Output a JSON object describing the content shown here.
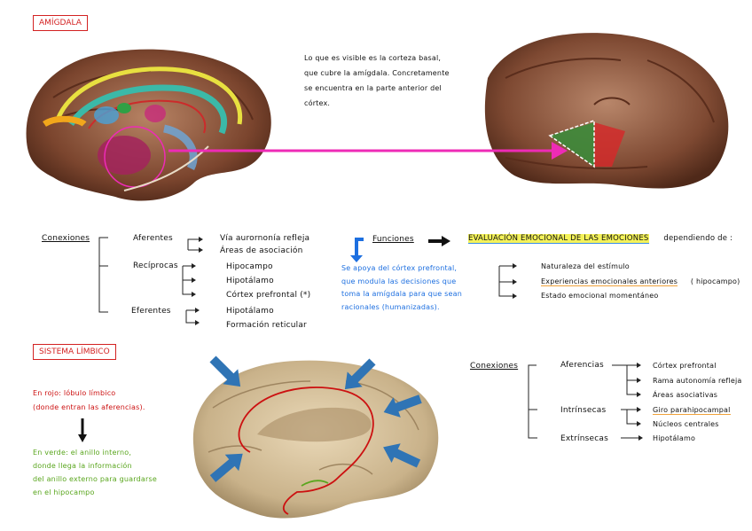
{
  "titles": {
    "amigdala": "AMÍGDALA",
    "sistema_limbico": "SISTEMA LÍMBICO"
  },
  "intro_note": [
    "Lo que es visible es la corteza basal,",
    "que cubre la amígdala. Concretamente",
    "se encuentra en la parte anterior del",
    "córtex."
  ],
  "amigdala_connections": {
    "heading": "Conexiones",
    "groups": [
      {
        "label": "Aferentes",
        "items": [
          "Vía aurornonía refleja",
          "Áreas de asociación"
        ]
      },
      {
        "label": "Recíprocas",
        "items": [
          "Hipocampo",
          "Hipotálamo",
          "Córtex prefrontal (*)"
        ]
      },
      {
        "label": "Eferentes",
        "items": [
          "Hipotálamo",
          "Formación reticular"
        ]
      }
    ]
  },
  "funciones": {
    "heading": "Funciones",
    "note": [
      "Se apoya del córtex prefrontal,",
      "que modula las decisiones que",
      "toma la amígdala para que sean",
      "racionales (humanizadas)."
    ],
    "evaluacion_title": "EVALUACIÓN EMOCIONAL DE LAS EMOCIONES",
    "depende": "dependiendo de :",
    "factors": [
      "Naturaleza del estímulo",
      "Experiencias emocionales anteriores",
      "Estado emocional momentáneo"
    ],
    "factor_note": "( hipocampo)"
  },
  "limbic_notes": {
    "red": [
      "En rojo: lóbulo límbico",
      "(donde entran las aferencias)."
    ],
    "green": [
      "En verde: el anillo interno,",
      "donde llega la información",
      "del anillo externo para guardarse",
      "en el hipocampo"
    ]
  },
  "limbic_connections": {
    "heading": "Conexiones",
    "groups": [
      {
        "label": "Aferencias",
        "items": [
          "Córtex prefrontal",
          "Rama autonomía refleja",
          "Áreas asociativas"
        ]
      },
      {
        "label": "Intrínsecas",
        "items": [
          "Giro parahipocampal",
          "Núcleos centrales"
        ]
      },
      {
        "label": "Extrínsecas",
        "items": [
          "Hipotálamo"
        ]
      }
    ]
  },
  "colors": {
    "red": "#cc1111",
    "blue": "#1d6fe0",
    "green": "#5aa61e",
    "magenta": "#ee2bb6",
    "arrow_blue": "#2f74b5",
    "highlight": "#f4f25a"
  }
}
